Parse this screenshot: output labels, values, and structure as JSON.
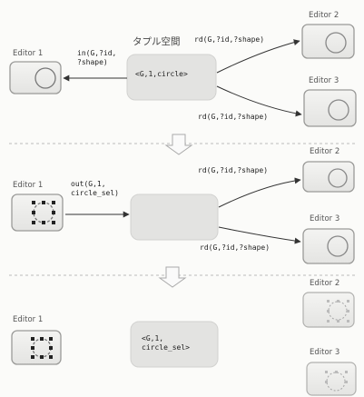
{
  "tuple_space_label": "タプル空間",
  "panels": [
    {
      "editor_local": "Editor 1",
      "editor_r1": "Editor 2",
      "editor_r3": "Editor 3",
      "local_op": "in(G,?id,\n?shape)",
      "remote_op_top": "rd(G,?id,?shape)",
      "remote_op_bottom": "rd(G,?id,?shape)",
      "tuple": "<G,1,circle>"
    },
    {
      "editor_local": "Editor 1",
      "editor_r1": "Editor 2",
      "editor_r3": "Editor 3",
      "local_op": "out(G,1,\ncircle_sel)",
      "remote_op_top": "rd(G,?id,?shape)",
      "remote_op_bottom": "rd(G,?id,?shape)",
      "tuple": ""
    },
    {
      "editor_local": "Editor 1",
      "editor_r1": "Editor 2",
      "editor_r3": "Editor 3",
      "tuple": "<G,1,\ncircle_sel>"
    }
  ]
}
